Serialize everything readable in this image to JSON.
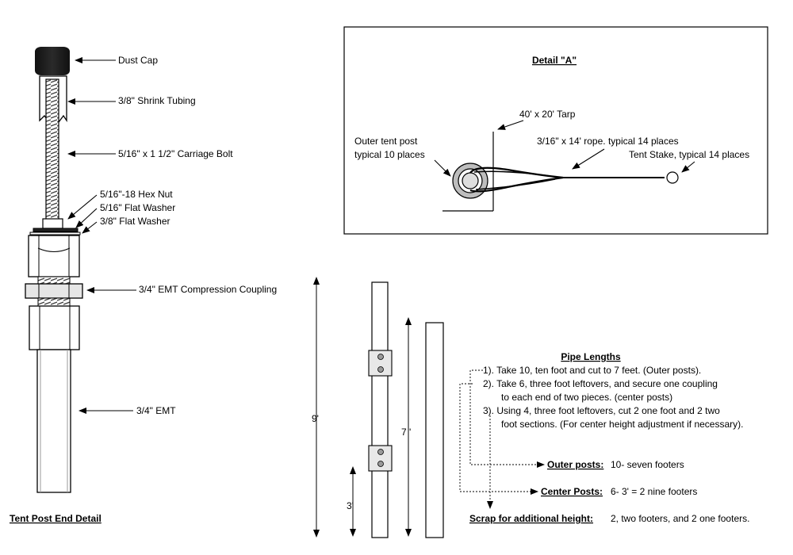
{
  "left_assembly": {
    "dust_cap": "Dust Cap",
    "shrink_tubing": "3/8\" Shrink Tubing",
    "carriage_bolt": "5/16\" x 1 1/2\" Carriage Bolt",
    "hex_nut": "5/16\"-18 Hex Nut",
    "flat_washer_516": "5/16\" Flat Washer",
    "flat_washer_38": "3/8\" Flat Washer",
    "compression_coupling": "3/4\" EMT Compression Coupling",
    "emt": "3/4\" EMT",
    "title": "Tent Post End Detail"
  },
  "detail_a": {
    "title": "Detail \"A\"",
    "tarp": "40' x 20' Tarp",
    "outer_post_line1": "Outer tent post",
    "outer_post_line2": "typical 10 places",
    "rope": "3/16\" x 14' rope. typical 14 places",
    "stake": "Tent Stake, typical 14 places"
  },
  "dimensions": {
    "nine": "9'",
    "seven": "7 '",
    "three": "3'"
  },
  "pipe_lengths": {
    "title": "Pipe  Lengths",
    "step1": "1).  Take 10, ten foot and cut to 7 feet. (Outer posts).",
    "step2a": "2).  Take 6, three foot leftovers, and secure one coupling",
    "step2b": "to each end of two pieces. (center posts)",
    "step3a": "3).  Using 4, three foot leftovers, cut 2 one foot and 2 two",
    "step3b": "foot sections. (For center height adjustment if necessary).",
    "outer_label": "Outer posts:",
    "outer_value": "10- seven footers",
    "center_label": "Center Posts:",
    "center_value": "6- 3' = 2 nine footers",
    "scrap_label": "Scrap for additional height:",
    "scrap_value": "2, two footers, and 2 one footers."
  }
}
